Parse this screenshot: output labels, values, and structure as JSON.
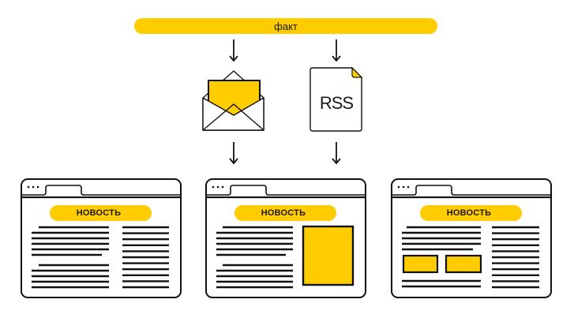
{
  "diagram": {
    "source": {
      "label": "факт"
    },
    "channels": [
      {
        "id": "email",
        "icon": "envelope-icon"
      },
      {
        "id": "rss",
        "icon": "rss-document-icon",
        "label": "RSS"
      }
    ],
    "outputs": [
      {
        "id": "news-text-two-columns",
        "badge": "НОВОСТЬ",
        "layout": "text-with-sidebar-text"
      },
      {
        "id": "news-with-image",
        "badge": "НОВОСТЬ",
        "layout": "text-with-image"
      },
      {
        "id": "news-with-two-images",
        "badge": "НОВОСТЬ",
        "layout": "text-with-inline-images-and-sidebar-text"
      }
    ],
    "colors": {
      "accent": "#FFCC00",
      "stroke": "#111111",
      "background": "#FFFFFF"
    }
  }
}
